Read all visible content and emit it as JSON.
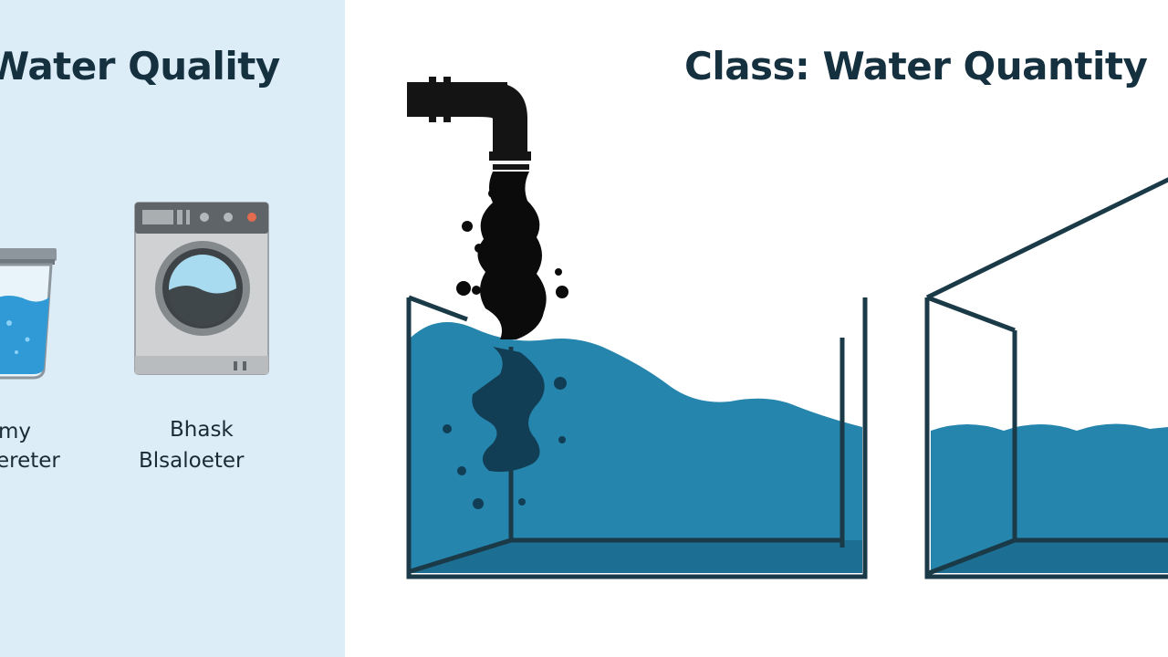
{
  "left_panel": {
    "title": "Water Quality",
    "items": [
      {
        "caption_line1": "my",
        "caption_line2": "ereter"
      },
      {
        "caption_line1": "Bhask",
        "caption_line2": "Blsaloeter"
      }
    ]
  },
  "right_panel": {
    "title": "Class: Water Quantity"
  },
  "colors": {
    "panel_bg": "#dcedf8",
    "water": "#2585ad",
    "water_dark": "#1c6e93",
    "tank_outline": "#1a3a48",
    "pollutant": "#0b0b0b",
    "glass_water": "#2f9ad6",
    "washer_body": "#cfd1d3"
  }
}
